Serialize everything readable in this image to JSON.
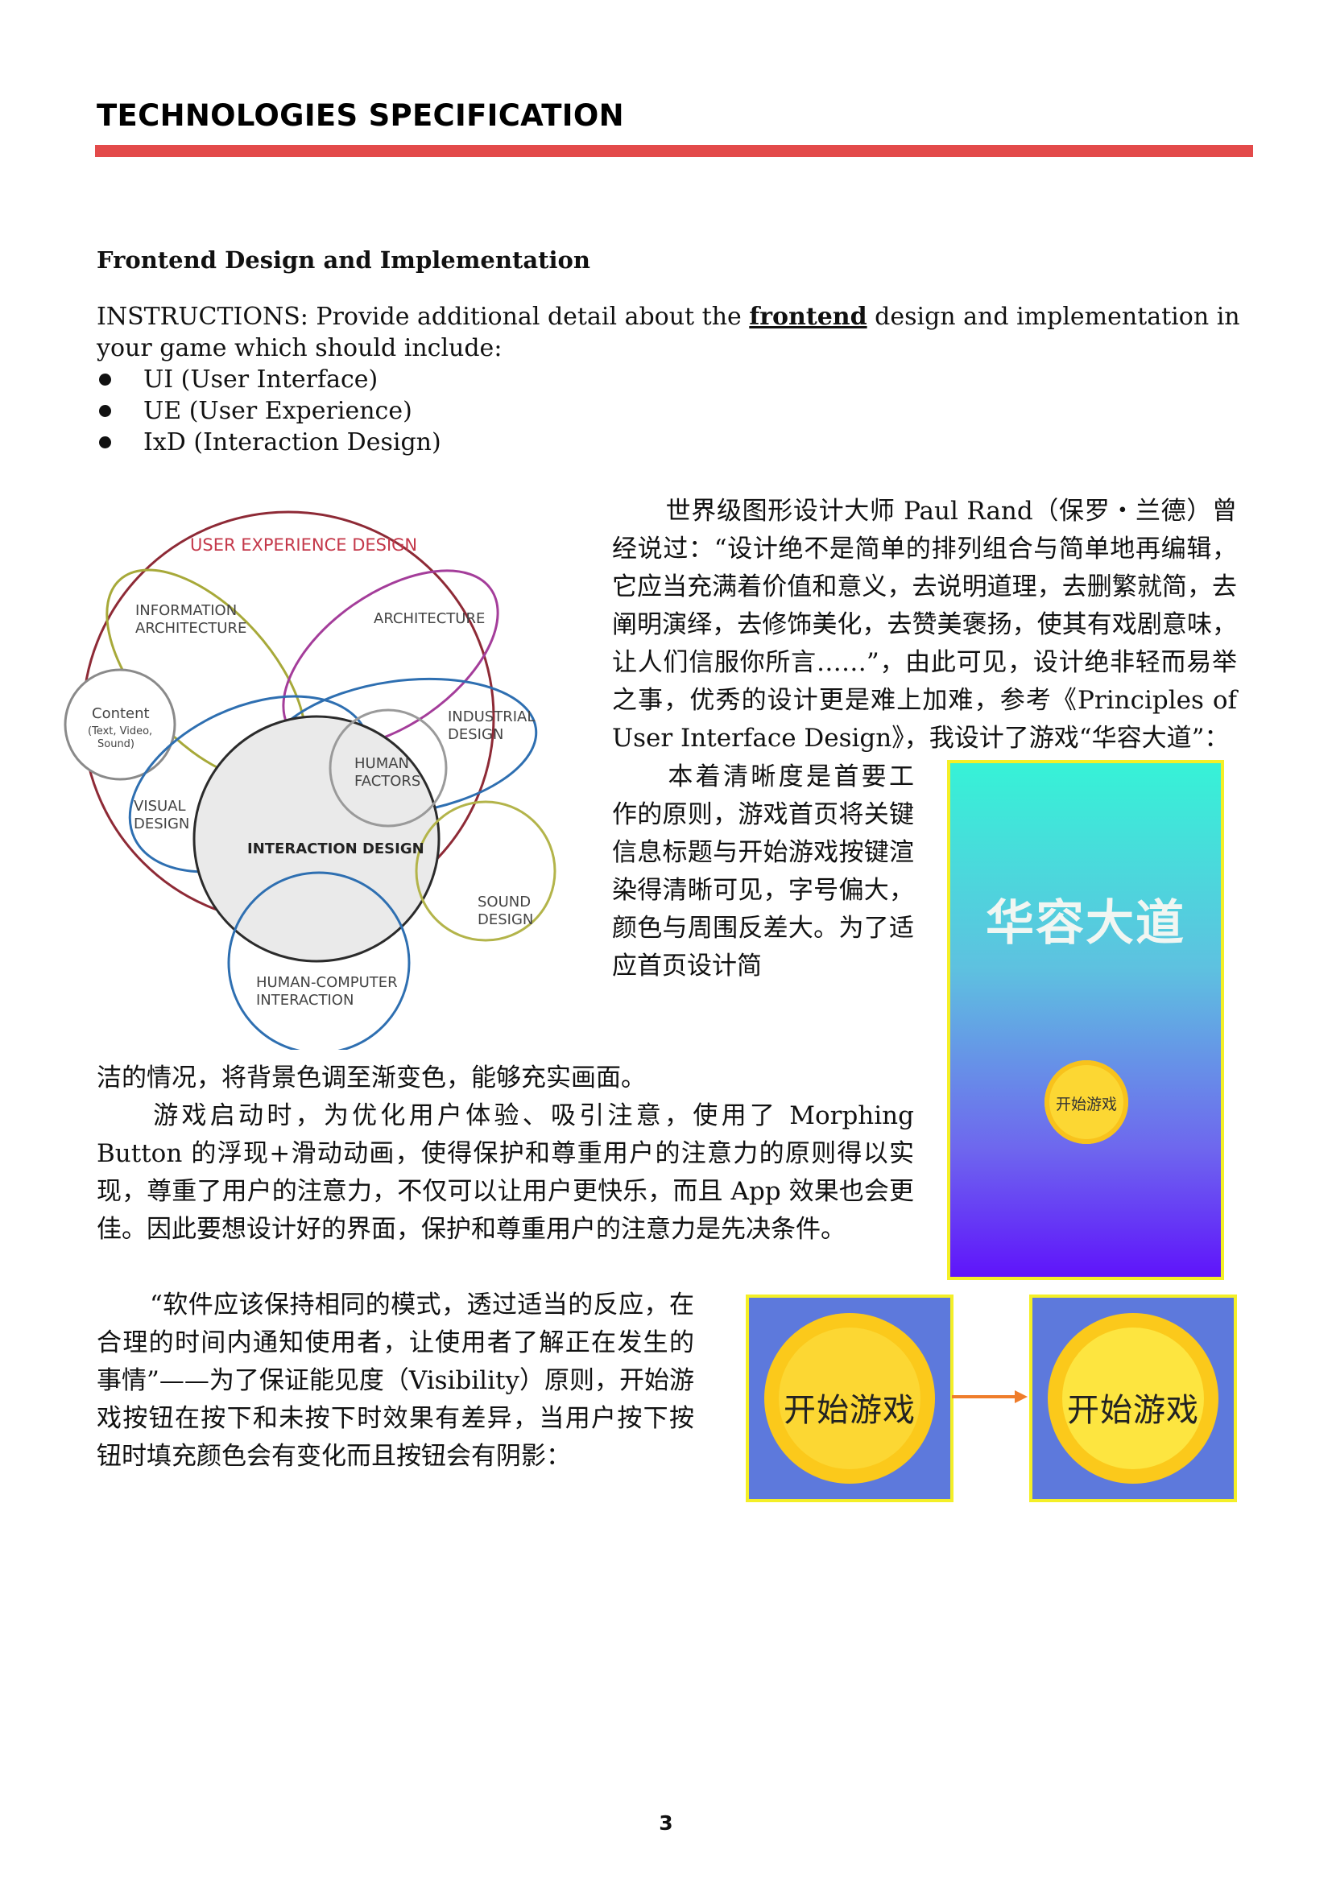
{
  "header": {
    "title": "TECHNOLOGIES SPECIFICATION"
  },
  "section": {
    "heading": "Frontend Design and Implementation",
    "instructions_before": "INSTRUCTIONS: Provide additional detail about the ",
    "instructions_emphasis": "frontend",
    "instructions_after": " design and implementation in your game which should include:",
    "bullets": [
      "UI (User Interface)",
      "UE (User Experience)",
      "IxD (Interaction Design)"
    ]
  },
  "diagram": {
    "labels": {
      "ux": "USER EXPERIENCE DESIGN",
      "ia_1": "INFORMATION",
      "ia_2": "ARCHITECTURE",
      "architecture": "ARCHITECTURE",
      "content": "Content",
      "content_sub_1": "(Text, Video,",
      "content_sub_2": "Sound)",
      "industrial_1": "INDUSTRIAL",
      "industrial_2": "DESIGN",
      "human_1": "HUMAN",
      "human_2": "FACTORS",
      "visual_1": "VISUAL",
      "visual_2": "DESIGN",
      "ixd": "INTERACTION DESIGN",
      "sound_1": "SOUND",
      "sound_2": "DESIGN",
      "hci_1": "HUMAN-COMPUTER",
      "hci_2": "INTERACTION"
    }
  },
  "paragraphs": {
    "p1": "世界级图形设计大师 Paul Rand（保罗・兰德）曾经说过：“设计绝不是简单的排列组合与简单地再编辑，它应当充满着价值和意义，去说明道理，去删繁就简，去阐明演绎，去修饰美化，去赞美褒扬，使其有戏剧意味，让人们信服你所言……”，由此可见，设计绝非轻而易举之事，优秀的设计更是难上加难，参考《Principles of User Interface Design》，我设计了游戏“华容大道”：",
    "p2": "本着清晰度是首要工作的原则，游戏首页将关键信息标题与开始游戏按键渲染得清晰可见，字号偏大，颜色与周围反差大。为了适应首页设计简",
    "p2_cont": "洁的情况，将背景色调至渐变色，能够充实画面。",
    "p3": "游戏启动时，为优化用户体验、吸引注意，使用了 Morphing Button 的浮现+滑动动画，使得保护和尊重用户的注意力的原则得以实现，尊重了用户的注意力，不仅可以让用户更快乐，而且 App 效果也会更佳。因此要想设计好的界面，保护和尊重用户的注意力是先决条件。",
    "p4": "“软件应该保持相同的模式，透过适当的反应，在合理的时间内通知使用者，让使用者了解正在发生的事情”——为了保证能见度（Visibility）原则，开始游戏按钮在按下和未按下时效果有差异，当用户按下按钮时填充颜色会有变化而且按钮会有阴影："
  },
  "phone_screen": {
    "title": "华容大道",
    "start_button": "开始游戏"
  },
  "button_states": {
    "before": "开始游戏",
    "after": "开始游戏"
  },
  "page_number": "3"
}
